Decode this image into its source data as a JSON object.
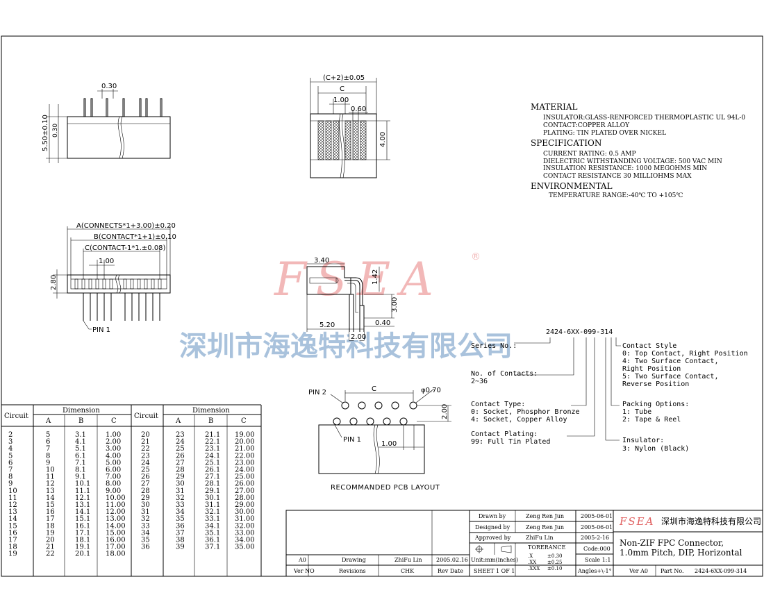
{
  "views": {
    "side_dims": {
      "pin_width": "0.30",
      "height": "5.50±0.10",
      "pin_offset": "0.30"
    },
    "front_dims": {
      "overall": "(C+2)±0.05",
      "c": "C",
      "pitch": "1.00",
      "contact_width": "0.60",
      "height": "4.00"
    },
    "top_dims": {
      "a": "A(CONNECTS*1+3.00)±0.20",
      "b": "B(CONTACT*1+1)±0.10",
      "c": "C(CONTACT-1*1.±0.08)",
      "pitch": "1.00",
      "height": "2.80",
      "pin1": "PIN 1"
    },
    "section_dims": {
      "length": "3.40",
      "top_height": "1.42",
      "pin_height": "3.00",
      "pin_offset": "0.40",
      "depth": "5.20",
      "pin_pitch": "2.00"
    },
    "pcb": {
      "pin2": "PIN 2",
      "c": "C",
      "hole": "φ0.70",
      "row_pitch": "2.00",
      "pin1": "PIN 1",
      "pitch": "1.00",
      "caption": "RECOMMANDED PCB LAYOUT"
    }
  },
  "watermark": {
    "logo": "FSEA",
    "reg": "®",
    "company": "深圳市海逸特科技有限公司"
  },
  "notes": {
    "material_title": "MATERIAL",
    "material": [
      "INSULATOR:GLASS-RENFORCED THERMOPLASTIC UL 94L-0",
      "CONTACT:COPPER ALLOY",
      "PLATING: TIN PLATED OVER NICKEL"
    ],
    "spec_title": "SPECIFICATION",
    "spec": [
      "CURRENT RATING: 0.5 AMP",
      "DIELECTRIC WITHSTANDING VOLTAGE: 500 VAC MIN",
      "INSULATION RESISTANCE: 1000 MEGOHMS MIN",
      "CONTACT RESISTANCE 30 MILLIOHMS MAX"
    ],
    "env_title": "ENVIRONMENTAL",
    "env": [
      "TEMPERATURE RANGE:-40℃ TO +105℃"
    ]
  },
  "part_number": {
    "code": "2424-6XX-099-314",
    "series": "Series No.:",
    "contacts_label": "No. of Contacts:",
    "contacts_value": "2~36",
    "type_label": "Contact Type:",
    "type_values": [
      "0: Socket, Phosphor Bronze",
      "4: Socket, Copper Alloy"
    ],
    "plating_label": "Contact Plating:",
    "plating_value": "99: Full Tin Plated",
    "style_label": "Contact Style",
    "style_values": [
      "0: Top Contact, Right Position",
      "4: Two Surface Contact,",
      "   Right Position",
      "5: Two Surface Contact,",
      "   Reverse Position"
    ],
    "packing_label": "Packing Options:",
    "packing_values": [
      "1: Tube",
      "2: Tape & Reel"
    ],
    "insulator_label": "Insulator:",
    "insulator_value": "3: Nylon (Black)"
  },
  "dimension_table": {
    "circuit_header": "Circuit",
    "dimension_header": "Dimension",
    "cols": [
      "A",
      "B",
      "C"
    ],
    "left": [
      [
        "2",
        "5",
        "3.1",
        "1.00"
      ],
      [
        "3",
        "6",
        "4.1",
        "2.00"
      ],
      [
        "4",
        "7",
        "5.1",
        "3.00"
      ],
      [
        "5",
        "8",
        "6.1",
        "4.00"
      ],
      [
        "6",
        "9",
        "7.1",
        "5.00"
      ],
      [
        "7",
        "10",
        "8.1",
        "6.00"
      ],
      [
        "8",
        "11",
        "9.1",
        "7.00"
      ],
      [
        "9",
        "12",
        "10.1",
        "8.00"
      ],
      [
        "10",
        "13",
        "11.1",
        "9.00"
      ],
      [
        "11",
        "14",
        "12.1",
        "10.00"
      ],
      [
        "12",
        "15",
        "13.1",
        "11.00"
      ],
      [
        "13",
        "16",
        "14.1",
        "12.00"
      ],
      [
        "14",
        "17",
        "15.1",
        "13.00"
      ],
      [
        "15",
        "18",
        "16.1",
        "14.00"
      ],
      [
        "16",
        "19",
        "17.1",
        "15.00"
      ],
      [
        "17",
        "20",
        "18.1",
        "16.00"
      ],
      [
        "18",
        "21",
        "19.1",
        "17.00"
      ],
      [
        "19",
        "22",
        "20.1",
        "18.00"
      ]
    ],
    "right": [
      [
        "20",
        "23",
        "21.1",
        "19.00"
      ],
      [
        "21",
        "24",
        "22.1",
        "20.00"
      ],
      [
        "22",
        "25",
        "23.1",
        "21.00"
      ],
      [
        "23",
        "26",
        "24.1",
        "22.00"
      ],
      [
        "24",
        "27",
        "25.1",
        "23.00"
      ],
      [
        "25",
        "28",
        "26.1",
        "24.00"
      ],
      [
        "26",
        "29",
        "27.1",
        "25.00"
      ],
      [
        "27",
        "30",
        "28.1",
        "26.00"
      ],
      [
        "28",
        "31",
        "29.1",
        "27.00"
      ],
      [
        "29",
        "32",
        "30.1",
        "28.00"
      ],
      [
        "30",
        "33",
        "31.1",
        "29.00"
      ],
      [
        "31",
        "34",
        "32.1",
        "30.00"
      ],
      [
        "32",
        "35",
        "33.1",
        "31.00"
      ],
      [
        "33",
        "36",
        "34.1",
        "32.00"
      ],
      [
        "34",
        "37",
        "35.1",
        "33.00"
      ],
      [
        "35",
        "38",
        "36.1",
        "34.00"
      ],
      [
        "36",
        "39",
        "37.1",
        "35.00"
      ]
    ]
  },
  "title_block": {
    "drawn_label": "Drawn  by",
    "drawn_by": "Zeng Ren Jun",
    "drawn_date": "2005-06-01",
    "designed_label": "Designed by",
    "designed_by": "Zeng Ren Jun",
    "designed_date": "2005-06-01",
    "approved_label": "Approved by",
    "approved_by": "ZhiFu Lin",
    "approved_date": "2005-2-16",
    "tolerance": "TORERANCE",
    "code": "Code:000",
    "tol_x": ".X",
    "tol_x_v": "±0.30",
    "tol_xx": ".XX",
    "tol_xx_v": "±0.25",
    "tol_xxx": ".XXX",
    "tol_xxx_v": "±0.10",
    "scale": "Scale 1:1",
    "angles": "Angles+\\-1°",
    "rev": "A0",
    "drawing": "Drawing",
    "chk_name": "ZhiFu Lin",
    "rev_date": "2005.02.16",
    "units": "Unit:mm(inches)",
    "h_ver": "Ver NO",
    "h_rev": "Revisions",
    "h_chk": "CHK",
    "h_date": "Rev Date",
    "sheet": "SHEET 1 OF 1",
    "logo": "FSEA",
    "company": "深圳市海逸特科技有限公司",
    "title_line1": "Non-ZIF FPC Connector,",
    "title_line2": "1.0mm Pitch, DIP, Horizontal",
    "ver": "Ver A0",
    "part_label": "Part No.",
    "part_no": "2424-6XX-099-314"
  }
}
